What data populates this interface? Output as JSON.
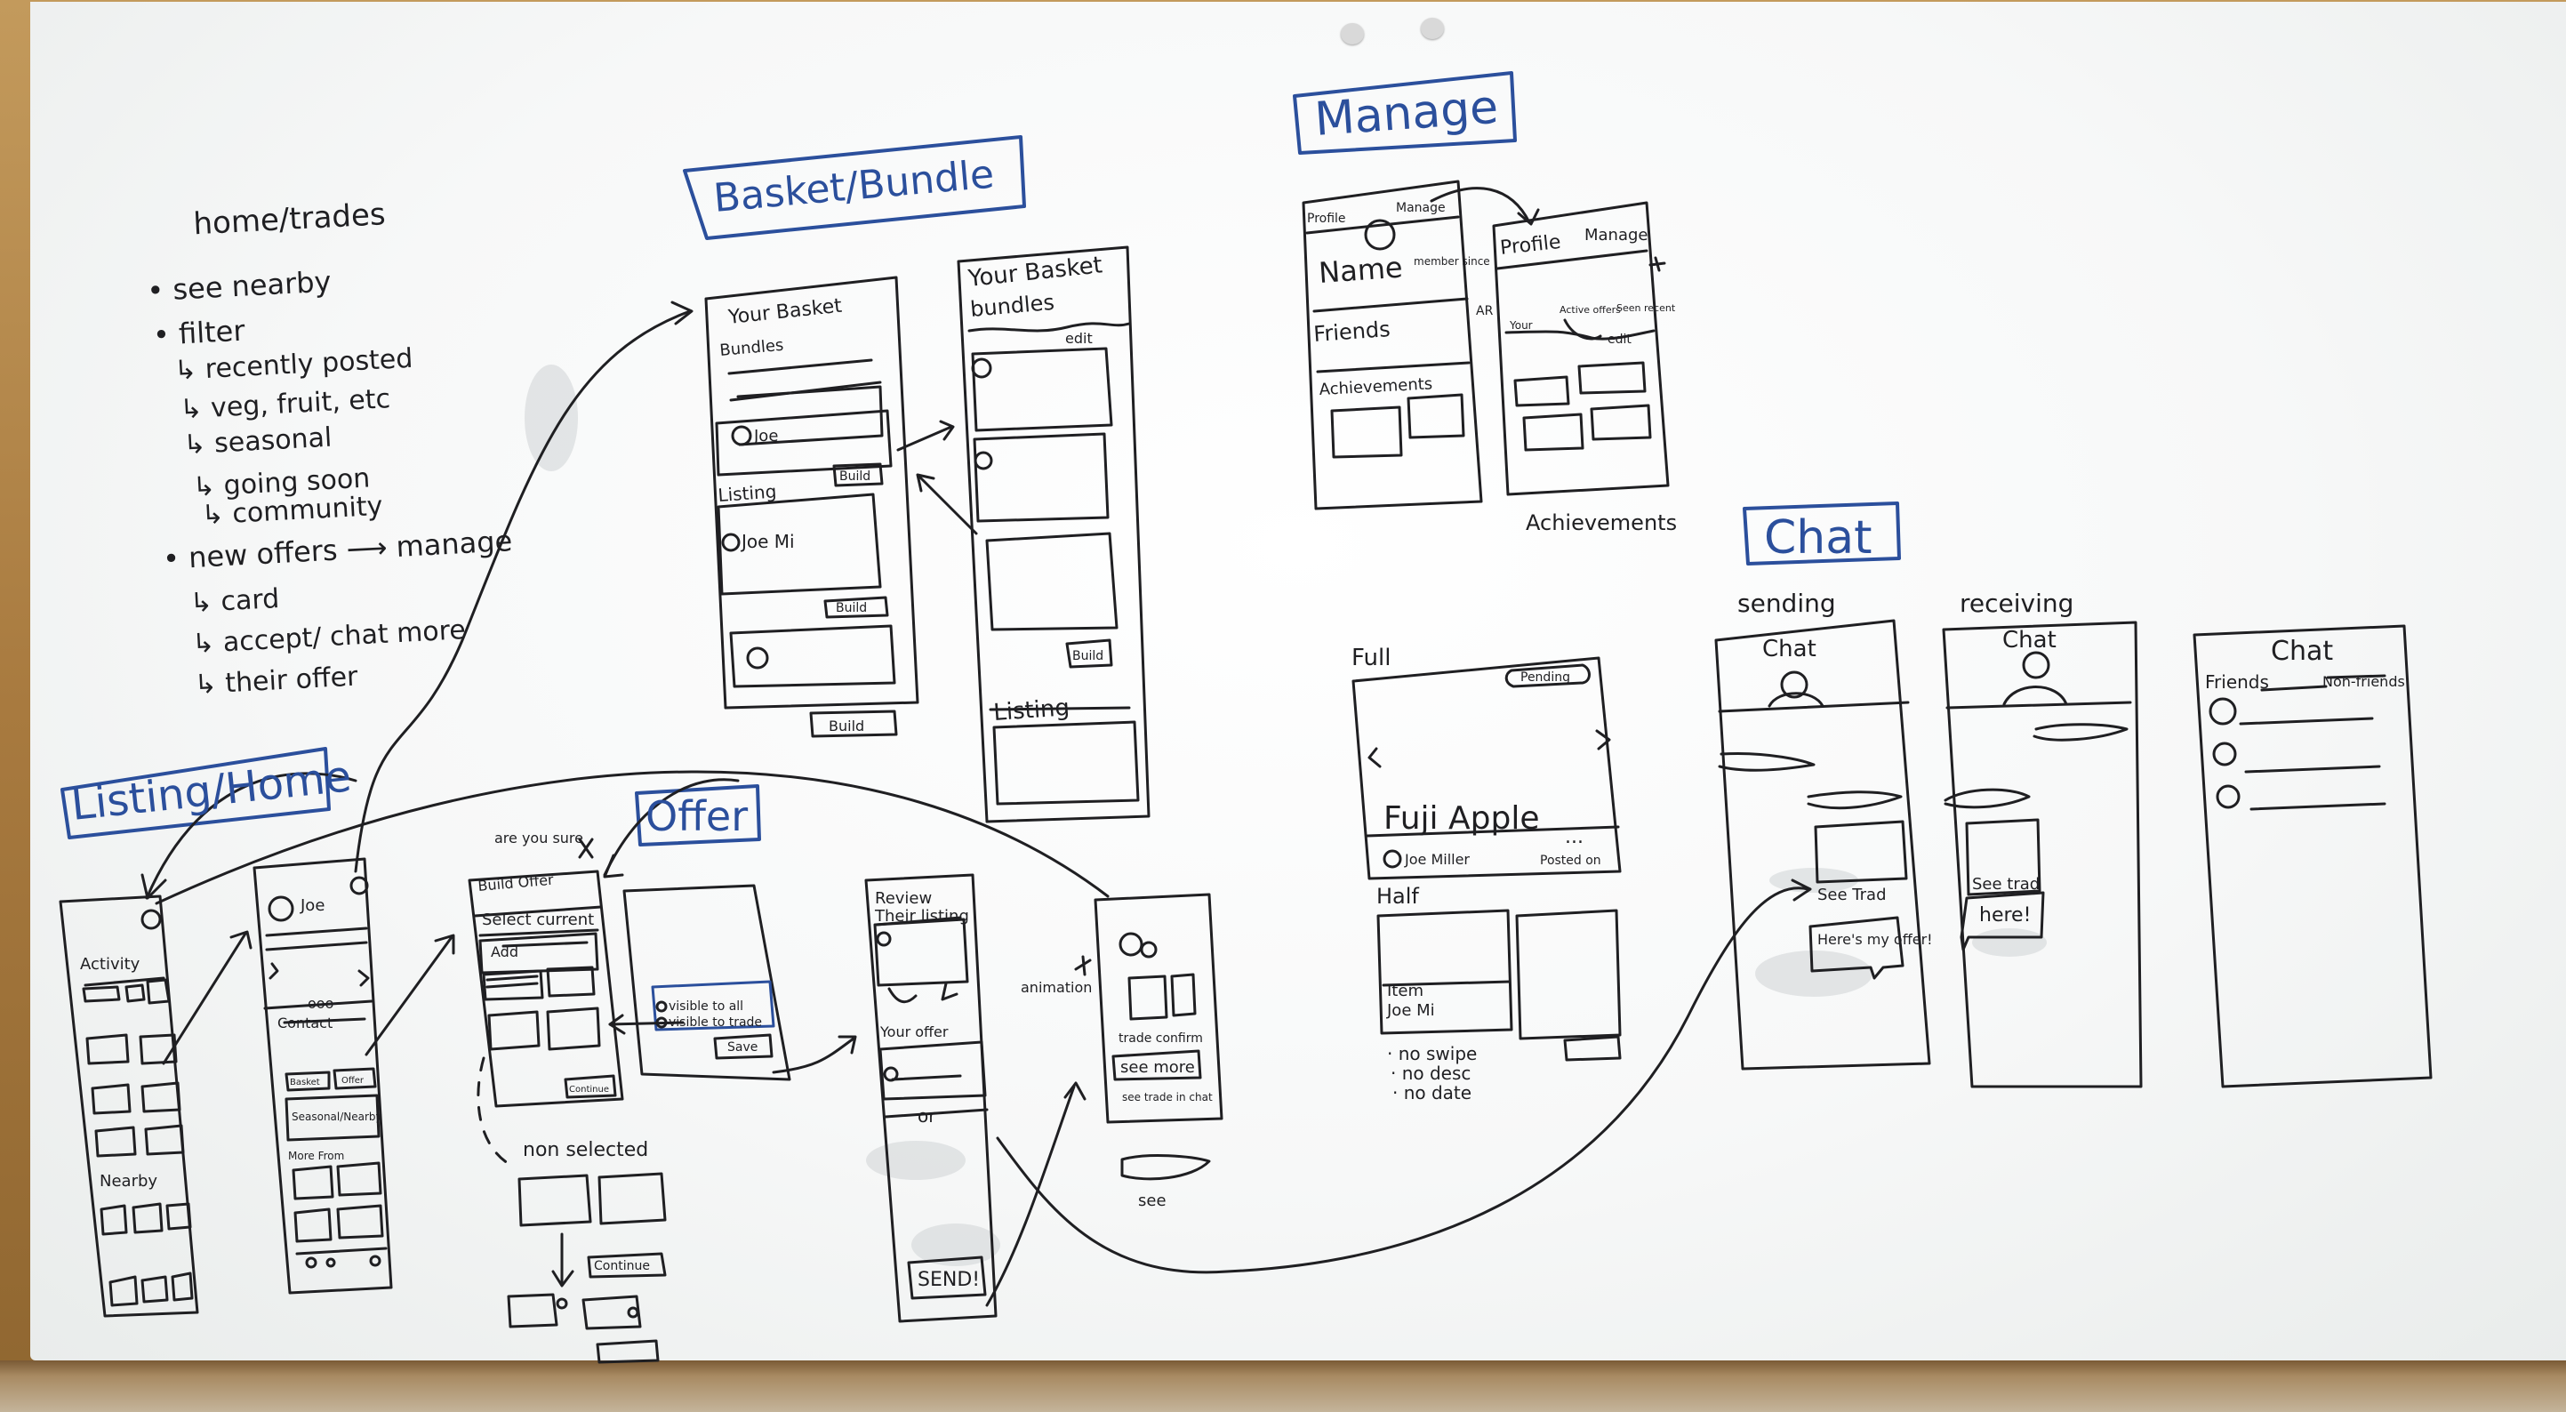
{
  "titles": {
    "basket": "Basket/Bundle",
    "manage": "Manage",
    "listing_home": "Listing/Home",
    "offer": "Offer",
    "chat": "Chat"
  },
  "notes": {
    "heading": "home/trades",
    "lines": [
      "• see nearby",
      "• filter",
      "↳ recently posted",
      "↳ veg, fruit, etc",
      "↳ seasonal",
      "↳ going soon",
      "↳ community",
      "• new offers ⟶ manage",
      "↳ card",
      "↳ accept/ chat more",
      "↳ their offer"
    ]
  },
  "basket_screen": {
    "title": "Your Basket",
    "bundles": "Bundles",
    "card1": "Joe",
    "listing": "Listing",
    "card2": "Joe Mi",
    "build1": "Build",
    "build2": "Build",
    "build3": "Build"
  },
  "bundles_screen": {
    "title": "Your Basket",
    "bundles": "bundles",
    "edit": "edit",
    "build": "Build",
    "listing": "Listing"
  },
  "manage_screens": {
    "profile": "Profile",
    "manage": "Manage",
    "name": "Name",
    "member_since": "member since",
    "friends": "Friends",
    "achievements": "Achievements",
    "profile2": "Profile",
    "manage2": "Manage",
    "your": "Your",
    "active_offers": "Active offers",
    "seen_recent": "Seen recent",
    "edit": "edit",
    "ar": "AR",
    "caption": "Achievements"
  },
  "full_card": {
    "label": "Full",
    "pending": "Pending",
    "title": "Fuji Apple",
    "user": "Joe Miller",
    "posted": "Posted on",
    "dots": "...",
    "half": "Half",
    "item": "Item",
    "item_user": "Joe Mi",
    "notes": [
      "· no swipe",
      "· no desc",
      "· no date"
    ]
  },
  "chat_screens": {
    "sending": "sending",
    "receiving": "receiving",
    "chat1": "Chat",
    "chat2": "Chat",
    "chat3": "Chat",
    "see_trade1": "See Trad",
    "heres_offer": "Here's my offer!",
    "see_trade2": "See trad",
    "here": "here!",
    "friends": "Friends",
    "non_friends": "Non-friends"
  },
  "listing_screens": {
    "activity": "Activity",
    "nearby": "Nearby",
    "joe": "Joe",
    "dots": "ooo",
    "contact": "Contact",
    "basket": "Basket",
    "offer": "Offer",
    "seasonal": "Seasonal/Nearby",
    "more_from": "More From"
  },
  "offer_screens": {
    "are_you_sure": "are you sure",
    "build_offer": "Build Offer",
    "select_current": "Select current",
    "add": "Add",
    "continue1": "Continue",
    "visible_all": "visible to all",
    "visible_trade": "visible to trade",
    "save": "Save",
    "non_selected": "non selected",
    "continue2": "Continue",
    "review": "Review",
    "their_listing": "Their listing",
    "your_offer": "Your offer",
    "or": "or",
    "send": "SEND!",
    "animation": "animation",
    "trade_confirm": "trade confirm",
    "see_more": "see more",
    "see_trade_in_chat": "see trade in chat",
    "see": "see"
  },
  "colors": {
    "ink": "#1f1f22",
    "marker_blue": "#2b4f9c",
    "board": "#f7f8f8",
    "frame": "#a87a3f"
  }
}
